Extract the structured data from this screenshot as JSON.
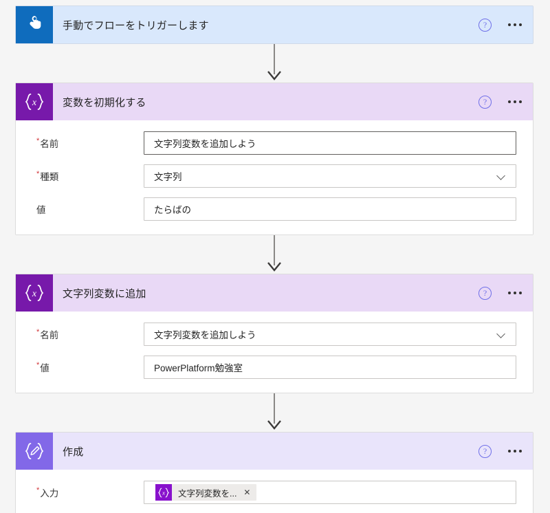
{
  "canvas": {
    "background": "#f5f5f5",
    "accent_blue": "#0f6cbd",
    "accent_purple": "#7719aa",
    "accent_light_purple": "#8268e8",
    "required_color": "#d13438"
  },
  "flow": {
    "steps": [
      {
        "id": "trigger",
        "kind": "trigger",
        "title": "手動でフローをトリガーします",
        "icon": "tap-hand-icon",
        "icon_color": "#0f6cbd",
        "header_bg": "#d9e8fc",
        "help_label": "?",
        "menu_label": "…",
        "fields": []
      },
      {
        "id": "initialize-variable",
        "kind": "action",
        "title": "変数を初期化する",
        "icon": "variable-braces-icon",
        "icon_color": "#7719aa",
        "header_bg": "#e9d9f6",
        "help_label": "?",
        "menu_label": "…",
        "fields": [
          {
            "name": "name",
            "label": "名前",
            "required": true,
            "control": "textbox",
            "value": "文字列変数を追加しよう",
            "focused": true
          },
          {
            "name": "type",
            "label": "種類",
            "required": true,
            "control": "dropdown",
            "value": "文字列",
            "focused": false
          },
          {
            "name": "value",
            "label": "値",
            "required": false,
            "control": "textbox",
            "value": "たらばの",
            "focused": false
          }
        ]
      },
      {
        "id": "append-to-string-variable",
        "kind": "action",
        "title": "文字列変数に追加",
        "icon": "variable-braces-icon",
        "icon_color": "#7719aa",
        "header_bg": "#e9d9f6",
        "help_label": "?",
        "menu_label": "…",
        "fields": [
          {
            "name": "name",
            "label": "名前",
            "required": true,
            "control": "dropdown",
            "value": "文字列変数を追加しよう",
            "focused": false
          },
          {
            "name": "value",
            "label": "値",
            "required": true,
            "control": "textbox",
            "value": "PowerPlatform勉強室",
            "focused": false
          }
        ]
      },
      {
        "id": "compose",
        "kind": "compose",
        "title": "作成",
        "icon": "compose-pencil-braces-icon",
        "icon_color": "#8268e8",
        "header_bg": "#e9e4fb",
        "help_label": "?",
        "menu_label": "…",
        "fields": [
          {
            "name": "inputs",
            "label": "入力",
            "required": true,
            "control": "token",
            "token": {
              "badge_icon": "variable-braces-icon",
              "text": "文字列変数を...",
              "remove_label": "✕"
            }
          }
        ]
      }
    ]
  }
}
